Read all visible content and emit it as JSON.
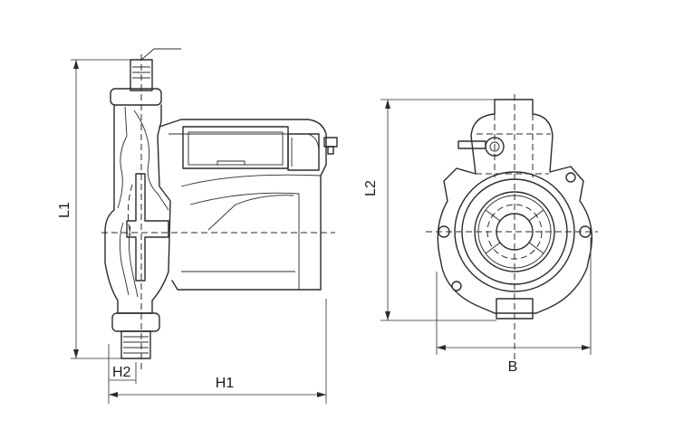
{
  "labels": {
    "l1": "L1",
    "h2": "H2",
    "h1": "H1",
    "l2": "L2",
    "b": "B"
  }
}
